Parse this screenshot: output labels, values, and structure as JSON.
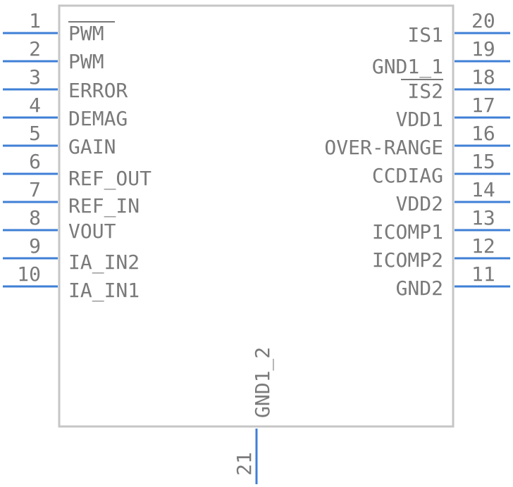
{
  "component": {
    "pins_left": [
      {
        "number": "1",
        "name": "PWM",
        "overbar": true
      },
      {
        "number": "2",
        "name": "PWM"
      },
      {
        "number": "3",
        "name": "ERROR"
      },
      {
        "number": "4",
        "name": "DEMAG"
      },
      {
        "number": "5",
        "name": "GAIN"
      },
      {
        "number": "6",
        "name": "REF_OUT"
      },
      {
        "number": "7",
        "name": "REF_IN"
      },
      {
        "number": "8",
        "name": "VOUT"
      },
      {
        "number": "9",
        "name": "IA_IN2"
      },
      {
        "number": "10",
        "name": "IA_IN1"
      }
    ],
    "pins_right": [
      {
        "number": "20",
        "name": "IS1"
      },
      {
        "number": "19",
        "name": "GND1_1"
      },
      {
        "number": "18",
        "name": "IS2",
        "overbar": true
      },
      {
        "number": "17",
        "name": "VDD1"
      },
      {
        "number": "16",
        "name": "OVER-RANGE"
      },
      {
        "number": "15",
        "name": "CCDIAG"
      },
      {
        "number": "14",
        "name": "VDD2"
      },
      {
        "number": "13",
        "name": "ICOMP1"
      },
      {
        "number": "12",
        "name": "ICOMP2"
      },
      {
        "number": "11",
        "name": "GND2"
      }
    ],
    "pin_bottom": {
      "number": "21",
      "name": "GND1_2"
    }
  }
}
